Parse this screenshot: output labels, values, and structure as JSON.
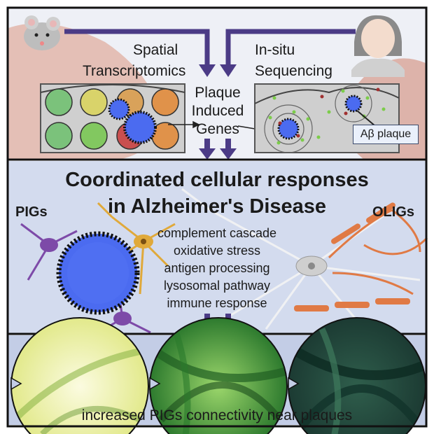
{
  "top": {
    "spatial_label": [
      "Spatial",
      "Transcriptomics"
    ],
    "insitu_label": [
      "In-situ",
      "Sequencing"
    ],
    "center_label": [
      "Plaque",
      "Induced",
      "Genes"
    ],
    "plaque_label": "Aβ plaque"
  },
  "middle": {
    "title": [
      "Coordinated cellular responses",
      "in Alzheimer's Disease"
    ],
    "left_label": "PIGs",
    "right_label": "OLIGs",
    "pathways": [
      "complement cascade",
      "oxidative stress",
      "antigen processing",
      "lysosomal pathway",
      "immune response"
    ]
  },
  "bottom": {
    "caption": "increased PIGs connectivity near plaques"
  },
  "colors": {
    "arrow": "#4b3b86",
    "panel_top": "#eef0f6",
    "panel_mid": "#d3dbee",
    "panel_bottom": "#c3cde6",
    "brain": "#e2b6aa",
    "plaque": "#4b6bf0",
    "microglia": "#7d4aa8",
    "astrocyte": "#e0a93a",
    "oligo": "#e07a45"
  }
}
